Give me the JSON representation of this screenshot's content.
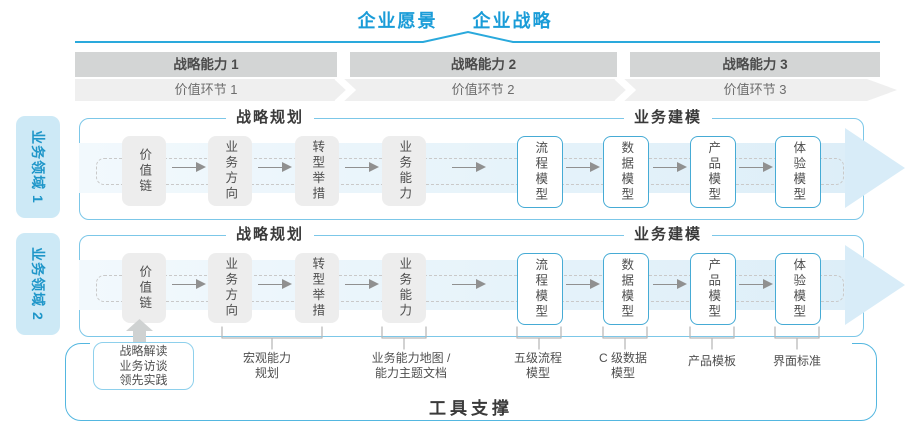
{
  "header": {
    "vision": "企业愿景",
    "strategy": "企业战略"
  },
  "capability_band": [
    "战略能力 1",
    "战略能力 2",
    "战略能力 3"
  ],
  "value_band": [
    "价值环节 1",
    "价值环节 2",
    "价值环节 3"
  ],
  "domains": [
    "业务领域 1",
    "业务领域 2"
  ],
  "rows": [
    {
      "planning_title": "战略规划",
      "modeling_title": "业务建模",
      "planning_boxes": [
        "价值链",
        "业务方向",
        "转型举措",
        "业务能力"
      ],
      "modeling_boxes": [
        "流程模型",
        "数据模型",
        "产品模型",
        "体验模型"
      ]
    },
    {
      "planning_title": "战略规划",
      "modeling_title": "业务建模",
      "planning_boxes": [
        "价值链",
        "业务方向",
        "转型举措",
        "业务能力"
      ],
      "modeling_boxes": [
        "流程模型",
        "数据模型",
        "产品模型",
        "体验模型"
      ]
    }
  ],
  "annotations": {
    "inputs_box": [
      "战略解读",
      "业务访谈",
      "领先实践"
    ],
    "notes": [
      {
        "lines": [
          "宏观能力",
          "规划"
        ]
      },
      {
        "lines": [
          "业务能力地图 /",
          "能力主题文档"
        ]
      },
      {
        "lines": [
          "五级流程",
          "模型"
        ]
      },
      {
        "lines": [
          "C 级数据",
          "模型"
        ]
      },
      {
        "lines": [
          "产品模板"
        ]
      },
      {
        "lines": [
          "界面标准"
        ]
      }
    ]
  },
  "footer": {
    "tool_support": "工具支撑"
  },
  "colors": {
    "accent_blue": "#1a9cd8",
    "line_blue": "#2aa9dc",
    "frame_blue": "#7cc7e8",
    "band_gray_dark": "#d3d5d5",
    "band_gray_light": "#efefef",
    "flow_band_blue": "#d8ecf8",
    "box_gray": "#ededed",
    "tab_blue_bg": "#cde9f6"
  }
}
